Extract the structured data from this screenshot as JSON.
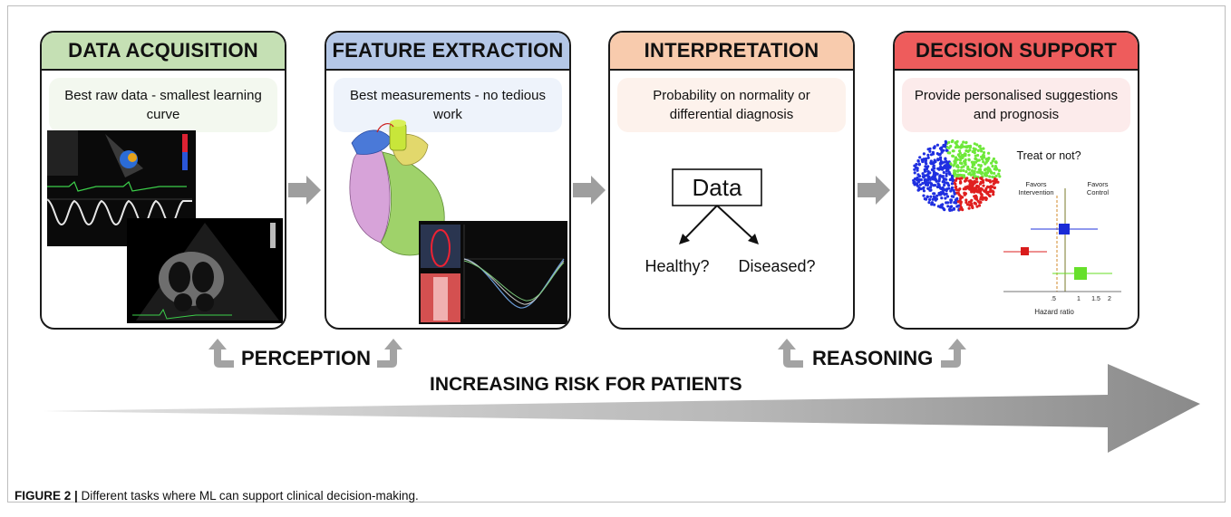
{
  "panels": [
    {
      "title": "DATA ACQUISITION",
      "subtitle": "Best raw data - smallest learning curve"
    },
    {
      "title": "FEATURE EXTRACTION",
      "subtitle": "Best measurements - no tedious work"
    },
    {
      "title": "INTERPRETATION",
      "subtitle": "Probability on normality or differential diagnosis"
    },
    {
      "title": "DECISION SUPPORT",
      "subtitle": "Provide personalised suggestions and prognosis"
    }
  ],
  "interpretation": {
    "box_label": "Data",
    "left_branch": "Healthy?",
    "right_branch": "Diseased?"
  },
  "decision": {
    "question": "Treat or not?",
    "favors_intervention": "Favors Intervention",
    "favors_control": "Favors Control",
    "axis_ticks": [
      ".5",
      "1",
      "1.5",
      "2"
    ],
    "axis_label": "Hazard ratio"
  },
  "labels": {
    "perception": "PERCEPTION",
    "reasoning": "REASONING",
    "risk": "INCREASING RISK FOR PATIENTS"
  },
  "caption": {
    "prefix": "FIGURE 2 |",
    "text": " Different tasks where ML can support clinical decision-making."
  },
  "colors": {
    "acquisition": "#c5e0b4",
    "extraction": "#b4c7e7",
    "interpretation": "#f8cbad",
    "decision": "#ee5c5c",
    "arrow_gray": "#9e9e9e"
  }
}
